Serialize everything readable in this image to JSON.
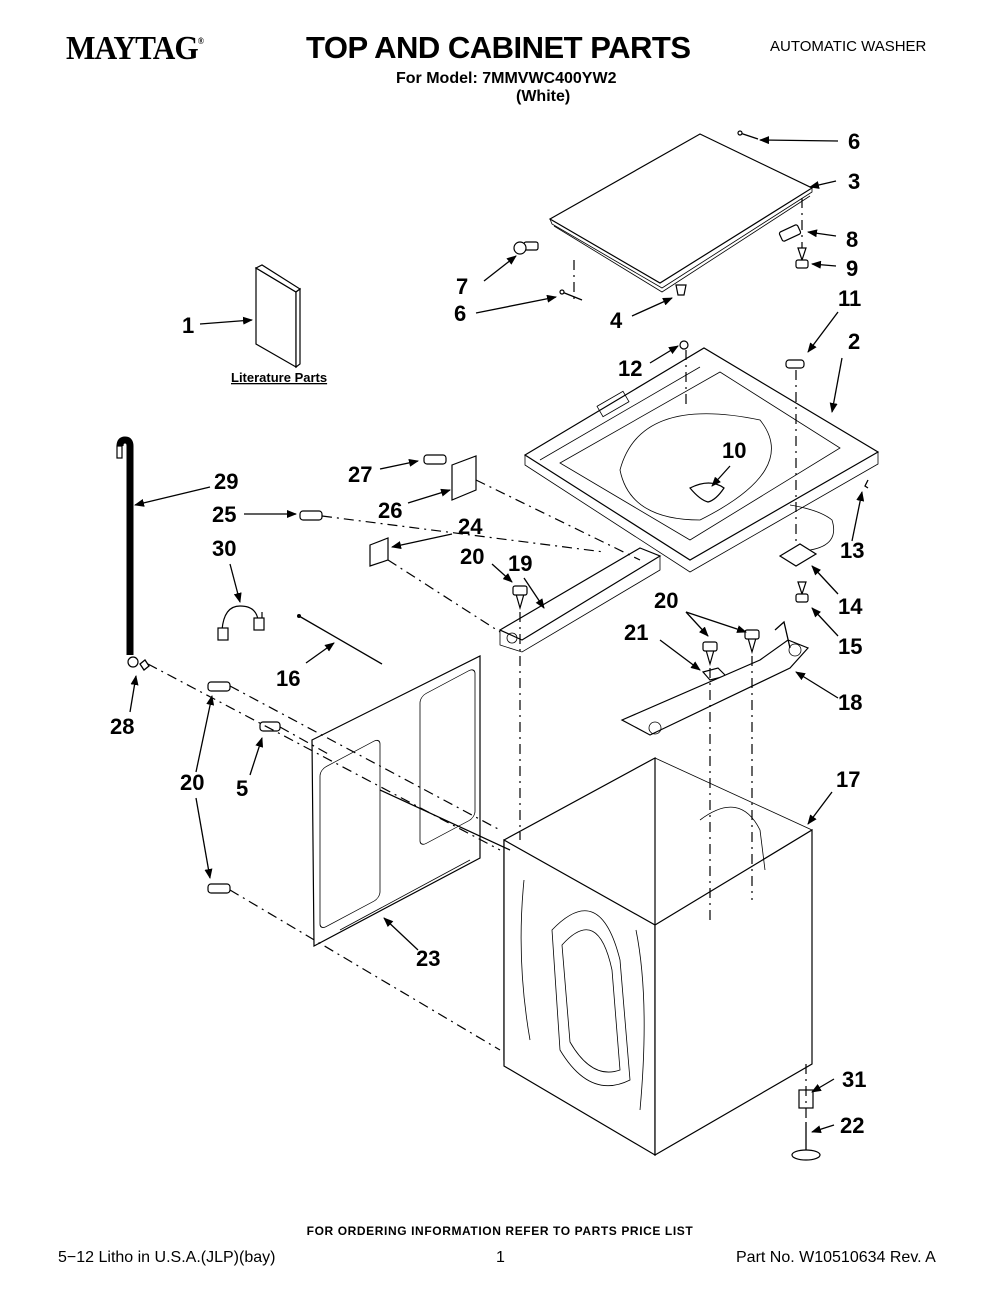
{
  "header": {
    "brand": "MAYTAG",
    "brand_mark": "®",
    "title": "TOP AND CABINET PARTS",
    "model_line": "For Model: 7MMVWC400YW2",
    "color_line": "(White)",
    "product_type": "AUTOMATIC WASHER"
  },
  "diagram": {
    "literature_label": "Literature Parts",
    "callouts": {
      "c1": "1",
      "c2": "2",
      "c3": "3",
      "c4": "4",
      "c5": "5",
      "c6a": "6",
      "c6b": "6",
      "c7": "7",
      "c8": "8",
      "c9": "9",
      "c10": "10",
      "c11": "11",
      "c12": "12",
      "c13": "13",
      "c14": "14",
      "c15": "15",
      "c16": "16",
      "c17": "17",
      "c18": "18",
      "c19": "19",
      "c20a": "20",
      "c20b": "20",
      "c20c": "20",
      "c21": "21",
      "c22": "22",
      "c23": "23",
      "c24": "24",
      "c25": "25",
      "c26": "26",
      "c27": "27",
      "c28": "28",
      "c29": "29",
      "c30": "30",
      "c31": "31"
    }
  },
  "footer": {
    "ordering_note": "FOR ORDERING INFORMATION REFER TO PARTS PRICE LIST",
    "litho": "5−12 Litho in U.S.A.(JLP)(bay)",
    "page_number": "1",
    "part_number": "Part No. W10510634 Rev. A"
  }
}
